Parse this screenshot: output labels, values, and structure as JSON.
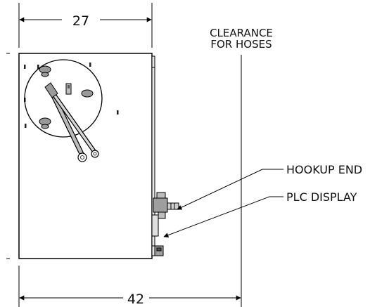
{
  "dimensions": {
    "top_width": "27",
    "bottom_width": "42"
  },
  "notes": {
    "clearance_line1": "CLEARANCE",
    "clearance_line2": "FOR HOSES"
  },
  "callouts": {
    "hookup_end": "HOOKUP END",
    "plc_display": "PLC DISPLAY"
  }
}
